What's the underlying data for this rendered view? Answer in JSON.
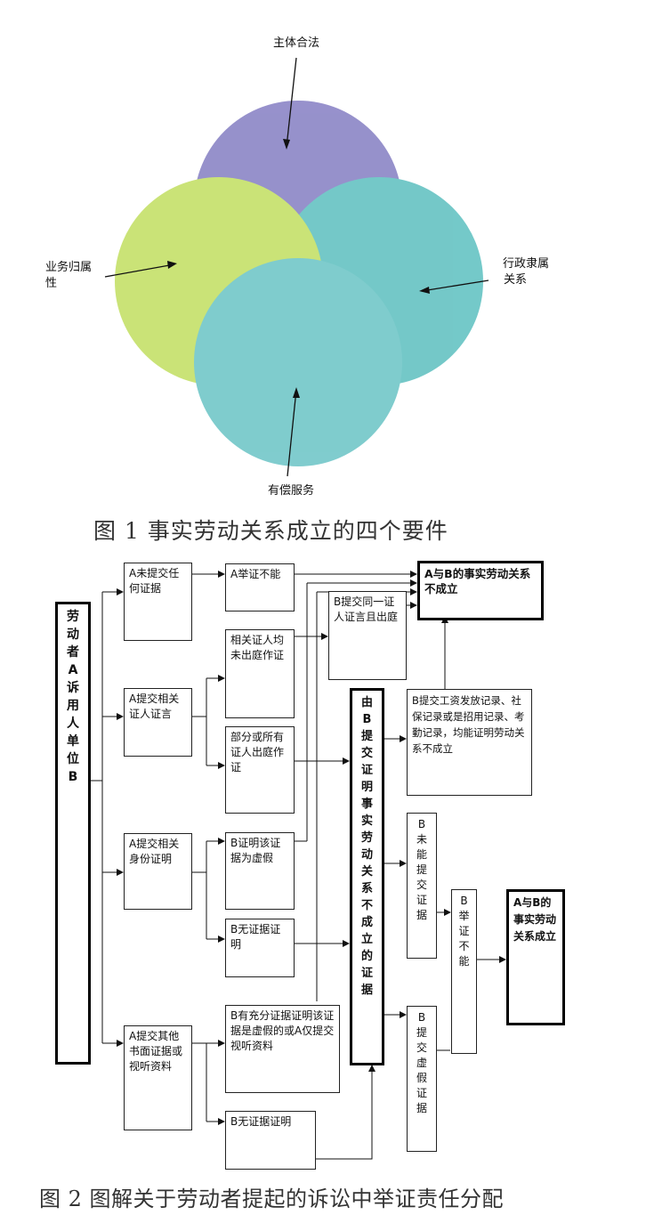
{
  "figure1": {
    "caption": "图 1 事实劳动关系成立的四个要件",
    "labels": {
      "top": "主体合法",
      "left_line1": "业务归属",
      "left_line2": "性",
      "right_line1": "行政隶属",
      "right_line2": "关系",
      "bottom": "有偿服务"
    },
    "colors": {
      "top": "#6f67b8",
      "left": "#b7d944",
      "right": "#3fb4b4",
      "bottom": "#4fb9bb"
    }
  },
  "figure2": {
    "caption": "图 2 图解关于劳动者提起的诉讼中举证责任分配",
    "root": "劳动者A诉用人单位B",
    "center": "由B提交证明事实劳动关系不成立的证据",
    "a1": "A未提交任何证据",
    "a2": "A提交相关证人证言",
    "a3": "A提交相关身份证明",
    "a4": "A提交其他书面证据或视听资料",
    "b_cannot": "A举证不能",
    "b_witness_absent": "相关证人均未出庭作证",
    "b_witness_partial": "部分或所有证人出庭作证",
    "b_same_witness": "B提交同一证人证言且出庭",
    "b_prove_false": "B证明该证据为虚假",
    "b_no_evidence1": "B无证据证明",
    "b_sufficient": "B有充分证据证明该证据是虚假的或A仅提交视听资料",
    "b_no_evidence2": "B无证据证明",
    "b_records": "B提交工资发放记录、社保记录或是招用记录、考勤记录，均能证明劳动关系不成立",
    "b_not_submit": "B未能提交证据",
    "b_false_submit": "B提交虚假证据",
    "b_unable": "B举证不能",
    "result_not_established": "A与B的事实劳动关系不成立",
    "result_established": "A与B的事实劳动关系成立"
  }
}
